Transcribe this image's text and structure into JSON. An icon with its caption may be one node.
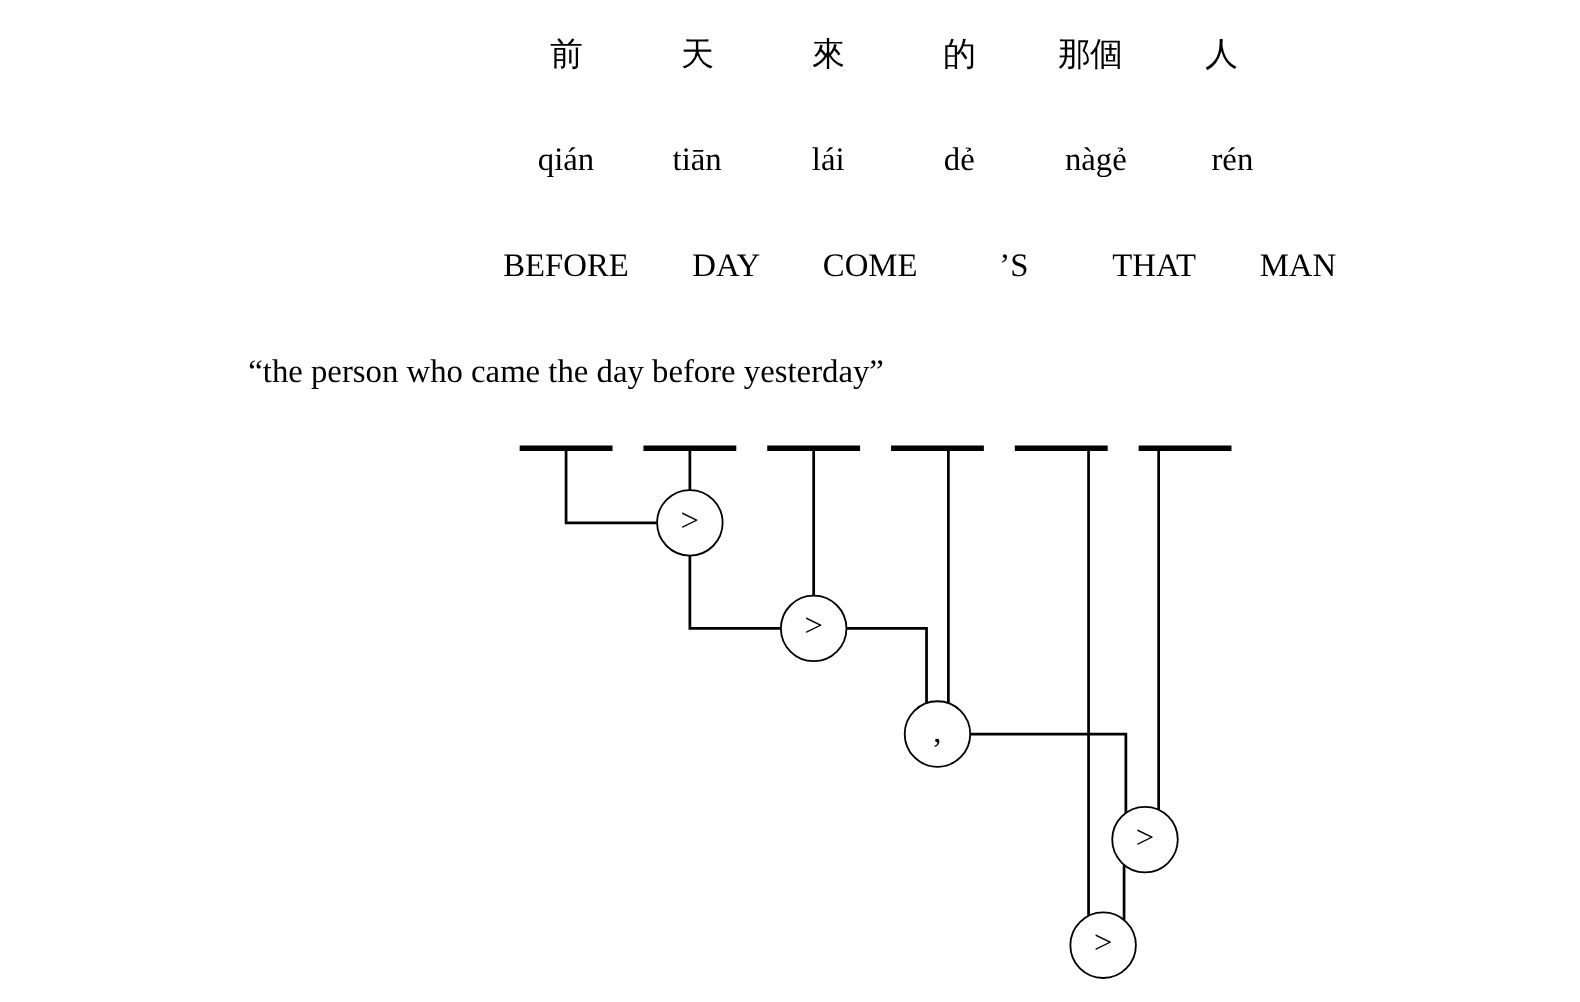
{
  "diagram": {
    "nodes": [
      {
        "text": [],
        "shape": "bar"
      },
      {
        "text": [],
        "shape": "bar"
      },
      {
        "text": [],
        "shape": "bar"
      },
      {
        "text": [],
        "shape": "bar"
      },
      {
        "text": [],
        "shape": "bar"
      },
      {
        "text": [],
        "shape": "bar"
      },
      {
        "text": [
          ">"
        ]
      },
      {
        "text": [
          ">"
        ]
      },
      {
        "text": [
          ","
        ]
      },
      {
        "text": [
          ">"
        ]
      },
      {
        "text": [
          ">"
        ]
      }
    ],
    "edges": [
      {
        "from": 0,
        "to": 6,
        "arrow": "none"
      },
      {
        "from": 1,
        "to": 6,
        "arrow": "none"
      },
      {
        "from": 6,
        "to": 7,
        "arrow": "none"
      },
      {
        "from": 2,
        "to": 7,
        "arrow": "none"
      },
      {
        "from": 7,
        "to": 8,
        "arrow": "none"
      },
      {
        "from": 3,
        "to": 8,
        "arrow": "none"
      },
      {
        "from": 8,
        "to": 9,
        "arrow": "none"
      },
      {
        "from": 5,
        "to": 9,
        "arrow": "none"
      },
      {
        "from": 4,
        "to": 10,
        "arrow": "none"
      },
      {
        "from": 9,
        "to": 10,
        "arrow": "none"
      }
    ],
    "labels": [
      "前",
      "天",
      "來",
      "的",
      "那個",
      "人",
      "qián",
      "tiān",
      "lái",
      "dẻ",
      "nàgẻ",
      "rén",
      "BEFORE",
      "DAY",
      "COME",
      "’S",
      "THAT",
      "MAN",
      "“the person who came the day before yesterday”"
    ]
  }
}
